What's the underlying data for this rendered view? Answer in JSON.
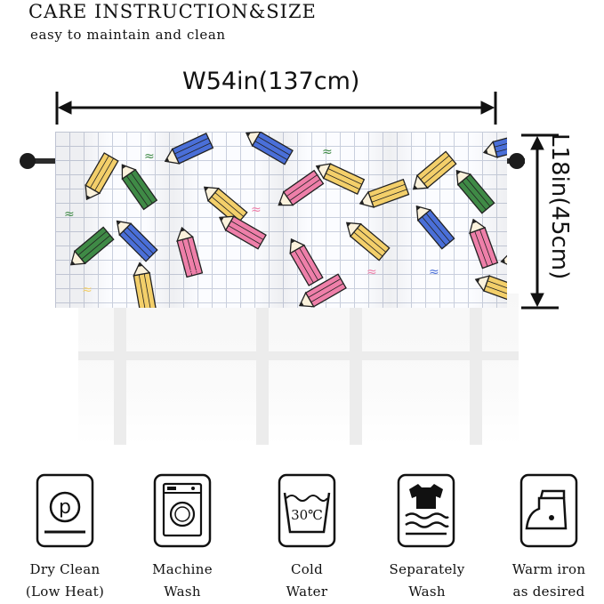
{
  "header": {
    "title": "CARE INSTRUCTION&SIZE",
    "subtitle": "easy to maintain and clean"
  },
  "dimensions": {
    "width_label": "W54in(137cm)",
    "height_label": "L18in(45cm)"
  },
  "product": {
    "pattern": "pencils",
    "colors": {
      "yellow": "#f3cf6a",
      "green": "#3f8a46",
      "blue": "#4a6fd8",
      "pink": "#ee7fa9",
      "grid": "#c9cfdd",
      "rod": "#1c1c1c"
    }
  },
  "care": [
    {
      "icon": "dry-clean-icon",
      "icon_text": "p",
      "line1": "Dry Clean",
      "line2": "(Low Heat)"
    },
    {
      "icon": "washing-machine-icon",
      "icon_text": "",
      "line1": "Machine",
      "line2": "Wash"
    },
    {
      "icon": "wash-basin-icon",
      "icon_text": "30℃",
      "line1": "Cold",
      "line2": "Water"
    },
    {
      "icon": "separate-wash-icon",
      "icon_text": "",
      "line1": "Separately",
      "line2": "Wash"
    },
    {
      "icon": "iron-icon",
      "icon_text": "",
      "line1": "Warm iron",
      "line2": "as desired"
    }
  ]
}
